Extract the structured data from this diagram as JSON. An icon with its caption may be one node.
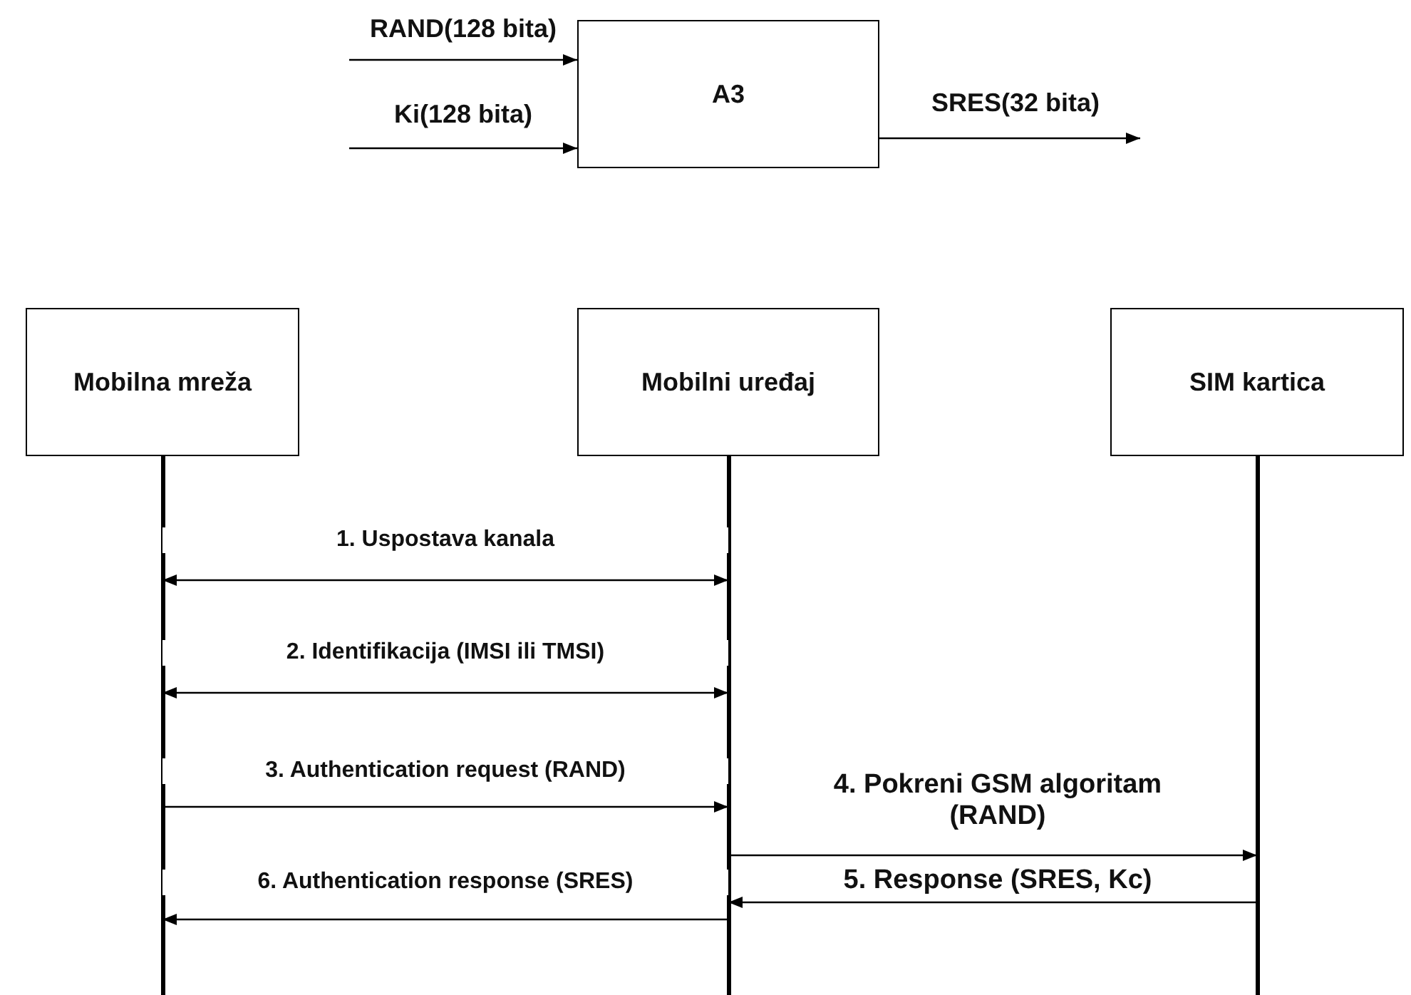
{
  "diagram": {
    "nodes": [
      {
        "text": [
          "A3"
        ]
      },
      {
        "text": [
          "Mobilna mreža"
        ]
      },
      {
        "text": [
          "Mobilni uređaj"
        ]
      },
      {
        "text": [
          "SIM kartica"
        ]
      }
    ],
    "edges": [
      {
        "from": null,
        "to": 0,
        "arrow": "to",
        "label": "RAND(128 bita)"
      },
      {
        "from": null,
        "to": 0,
        "arrow": "to",
        "label": "Ki(128 bita)"
      },
      {
        "from": 0,
        "to": null,
        "arrow": "to",
        "label": "SRES(32 bita)"
      },
      {
        "from": 1,
        "to": 2,
        "arrow": "both",
        "label": "1. Uspostava kanala"
      },
      {
        "from": 1,
        "to": 2,
        "arrow": "both",
        "label": "2. Identifikacija (IMSI ili TMSI)"
      },
      {
        "from": 1,
        "to": 2,
        "arrow": "to",
        "label": "3. Authentication request (RAND)"
      },
      {
        "from": 2,
        "to": 3,
        "arrow": "to",
        "label": "4. Pokreni GSM algoritam (RAND)"
      },
      {
        "from": 3,
        "to": 2,
        "arrow": "to",
        "label": "5. Response (SRES, Kc)"
      },
      {
        "from": 2,
        "to": 1,
        "arrow": "to",
        "label": "6. Authentication response (SRES)"
      }
    ]
  }
}
